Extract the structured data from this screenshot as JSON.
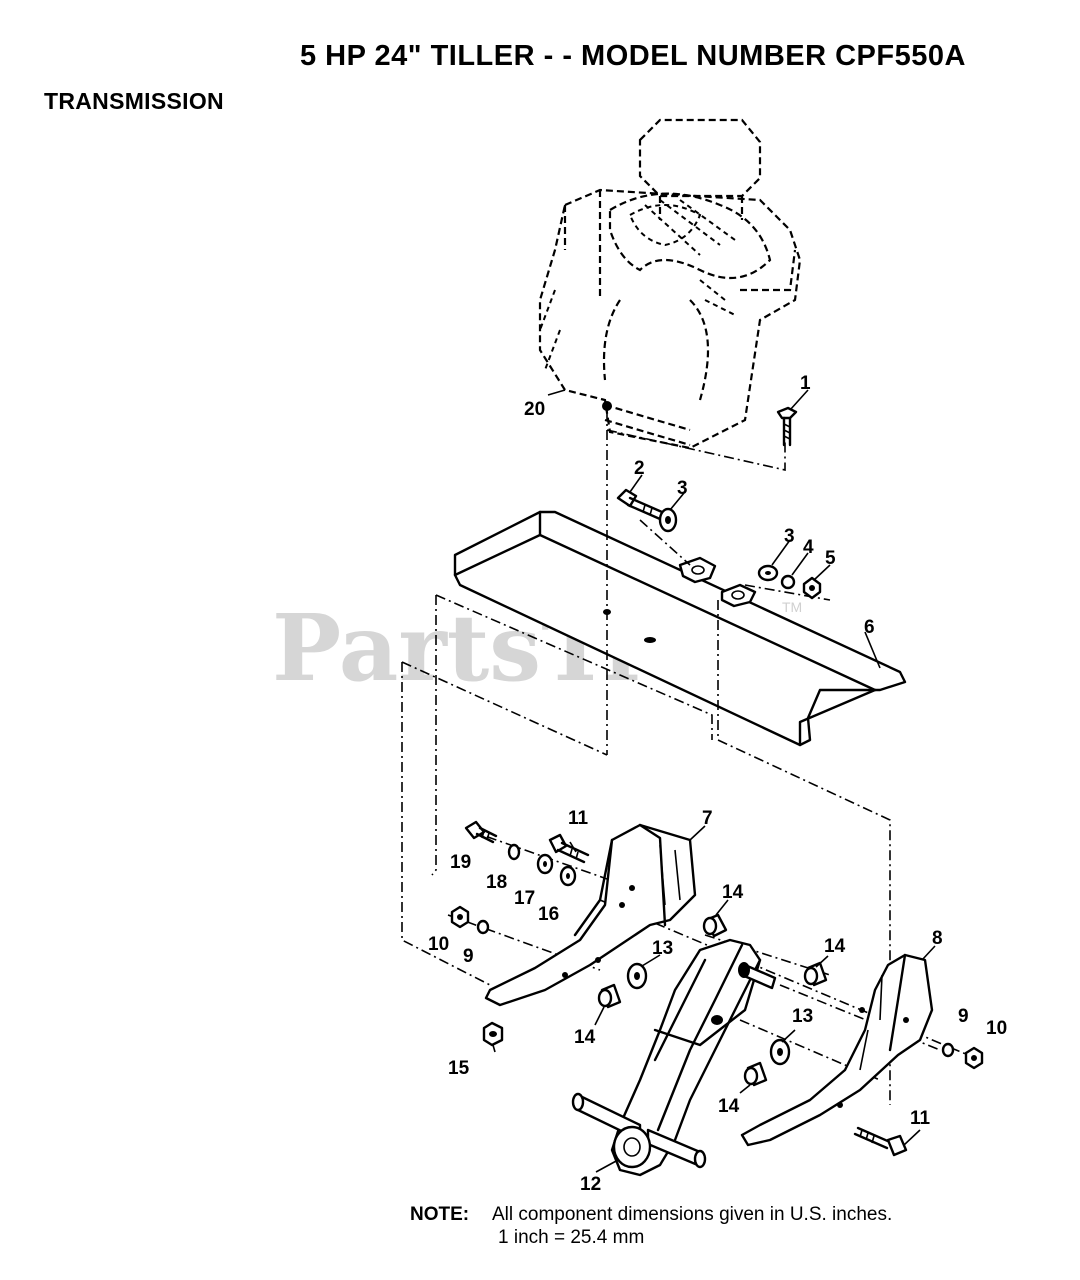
{
  "header": {
    "title": "5 HP  24\" TILLER - - MODEL NUMBER CPF550A",
    "section": "TRANSMISSION"
  },
  "watermark": {
    "text": "PartsTree",
    "tm": "TM"
  },
  "callouts": [
    "1",
    "2",
    "3",
    "3",
    "4",
    "5",
    "6",
    "7",
    "8",
    "9",
    "9",
    "10",
    "10",
    "11",
    "11",
    "12",
    "13",
    "13",
    "14",
    "14",
    "14",
    "14",
    "15",
    "16",
    "17",
    "18",
    "19",
    "20"
  ],
  "note": {
    "label": "NOTE:",
    "line1": "All component dimensions given in U.S. inches.",
    "line2": "1 inch = 25.4 mm"
  }
}
